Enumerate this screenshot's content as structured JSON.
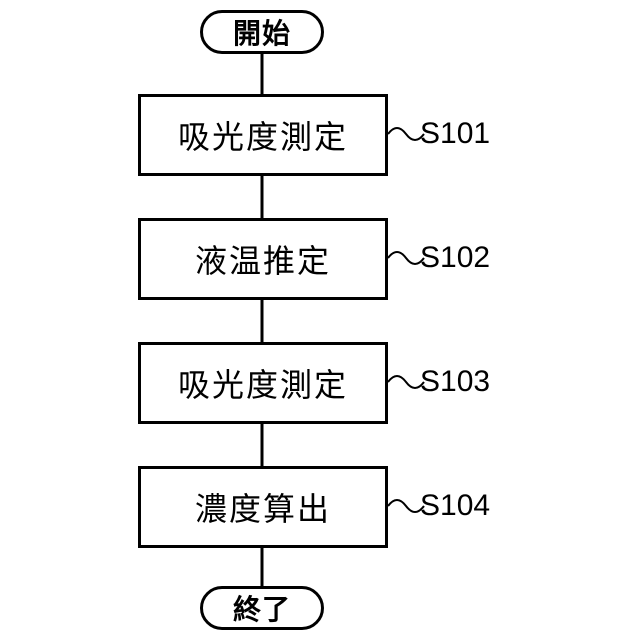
{
  "flowchart": {
    "start_label": "開始",
    "end_label": "終了",
    "steps": [
      {
        "id": "S101",
        "label": "吸光度測定"
      },
      {
        "id": "S102",
        "label": "液温推定"
      },
      {
        "id": "S103",
        "label": "吸光度測定"
      },
      {
        "id": "S104",
        "label": "濃度算出"
      }
    ]
  }
}
